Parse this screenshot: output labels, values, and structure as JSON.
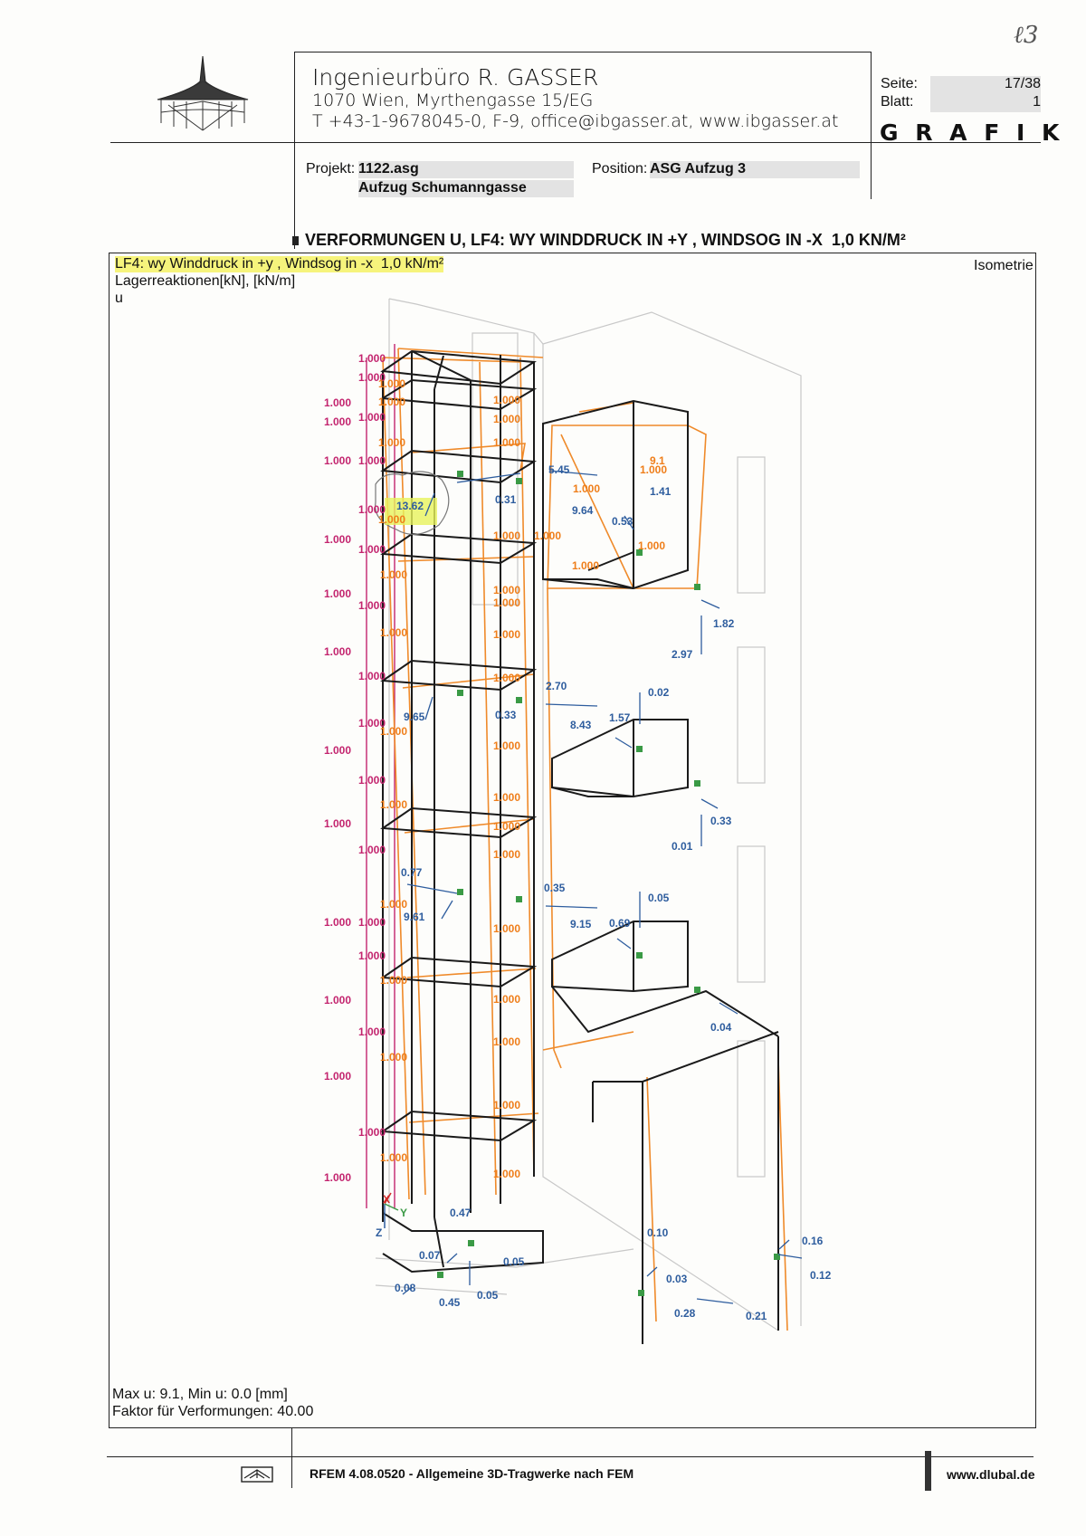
{
  "handwritten_mark": "ℓ3",
  "office": {
    "name": "Ingenieurbüro R. GASSER",
    "address": "1070 Wien, Myrthengasse 15/EG",
    "contact": "T +43-1-9678045-0, F-9, office@ibgasser.at, www.ibgasser.at"
  },
  "sheet": {
    "seite_label": "Seite:",
    "seite_value": "17/38",
    "blatt_label": "Blatt:",
    "blatt_value": "1",
    "section": "G R A F I K"
  },
  "project": {
    "label": "Projekt:",
    "value1": "1122.asg",
    "value2": "Aufzug Schumanngasse",
    "position_label": "Position:",
    "position_value": "ASG Aufzug 3"
  },
  "figure": {
    "heading": "VERFORMUNGEN U, LF4: WY WINDDRUCK IN +Y , WINDSOG IN -X  1,0 KN/M²",
    "load_case": "LF4: wy Winddruck in +y , Windsog in -x  1,0 kN/m²",
    "reactions": "Lagerreaktionen[kN], [kN/m]",
    "u_label": "u",
    "view": "Isometrie",
    "max_min": "Max u: 9.1, Min u: 0.0 [mm]",
    "factor": "Faktor für Verformungen: 40.00"
  },
  "labels": {
    "magenta": [
      "1.000"
    ],
    "orange": [
      "1.000",
      "1.000",
      "9.1"
    ],
    "blue": [
      "13.62",
      "5.45",
      "0.31",
      "9.64",
      "0.53",
      "1.41",
      "1.82",
      "2.97",
      "2.70",
      "0.33",
      "9.65",
      "0.02",
      "1.57",
      "8.43",
      "0.33",
      "0.01",
      "0.77",
      "9.61",
      "0.35",
      "0.05",
      "9.15",
      "0.69",
      "0.04",
      "0.47",
      "0.07",
      "0.05",
      "0.08",
      "0.45",
      "0.05",
      "0.10",
      "0.16",
      "0.12",
      "0.03",
      "0.28",
      "0.21"
    ]
  },
  "axes": {
    "x": "X",
    "y": "Y",
    "z": "Z"
  },
  "footer": {
    "software": "RFEM 4.08.0520 - Allgemeine 3D-Tragwerke nach FEM",
    "url": "www.dlubal.de"
  }
}
